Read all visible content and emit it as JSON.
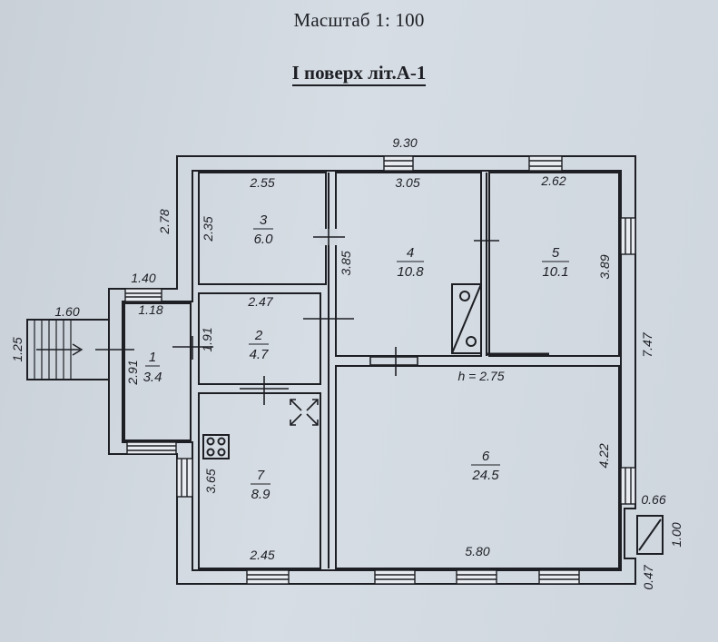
{
  "header": {
    "scale": "Масштаб 1: 100",
    "floor": "I поверх літ.А-1"
  },
  "dimensions": {
    "total_width": "9.30",
    "left_wall_top": "2.78",
    "porch_width": "1.40",
    "porch_inner": "1.18",
    "steps_width": "1.60",
    "steps_depth": "1.25",
    "room1_height": "2.91",
    "room3_width": "2.55",
    "room3_height": "2.35",
    "room2_width": "2.47",
    "room2_height": "1.91",
    "room4_width": "3.05",
    "room4_height": "3.85",
    "room5_width": "2.62",
    "room5_height": "3.89",
    "right_wall": "7.47",
    "ceiling": "h = 2.75",
    "room6_height": "4.22",
    "room6_width": "5.80",
    "room7_height": "3.65",
    "room7_width": "2.45",
    "annex_width": "0.66",
    "annex_height": "1.00",
    "annex_bottom": "0.47"
  },
  "rooms": [
    {
      "num": "1",
      "area": "3.4"
    },
    {
      "num": "2",
      "area": "4.7"
    },
    {
      "num": "3",
      "area": "6.0"
    },
    {
      "num": "4",
      "area": "10.8"
    },
    {
      "num": "5",
      "area": "10.1"
    },
    {
      "num": "6",
      "area": "24.5"
    },
    {
      "num": "7",
      "area": "8.9"
    }
  ]
}
